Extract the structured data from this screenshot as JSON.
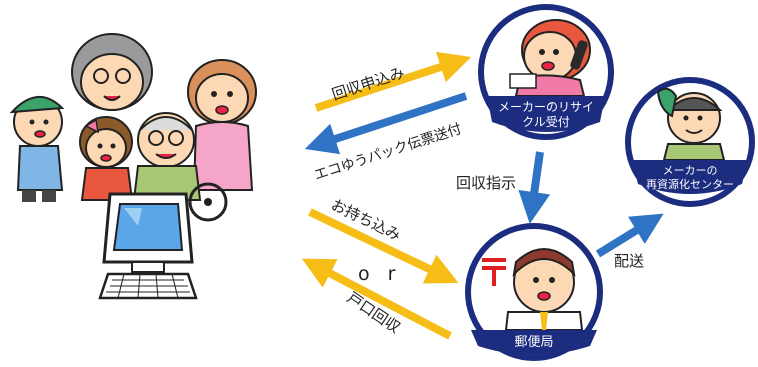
{
  "labels": {
    "collection_request": "回収申込み",
    "eco_pack_slip": "エコゆうパック伝票送付",
    "collection_instruction": "回収指示",
    "bring_in": "お持ち込み",
    "or": "o r",
    "door_pickup": "戸口回収",
    "delivery": "配送"
  },
  "nodes": {
    "reception": {
      "line1": "メーカーのリサイ",
      "line2": "クル受付"
    },
    "recycling_center": {
      "line1": "メーカーの",
      "line2": "再資源化センター"
    },
    "post_office": {
      "label": "郵便局"
    }
  },
  "colors": {
    "yellow_arrow": "#f6bd17",
    "blue_arrow": "#2f74c4",
    "node_navy": "#1c2c7f",
    "skin": "#fcd9b4",
    "monitor_blue": "#5aa6e8"
  }
}
